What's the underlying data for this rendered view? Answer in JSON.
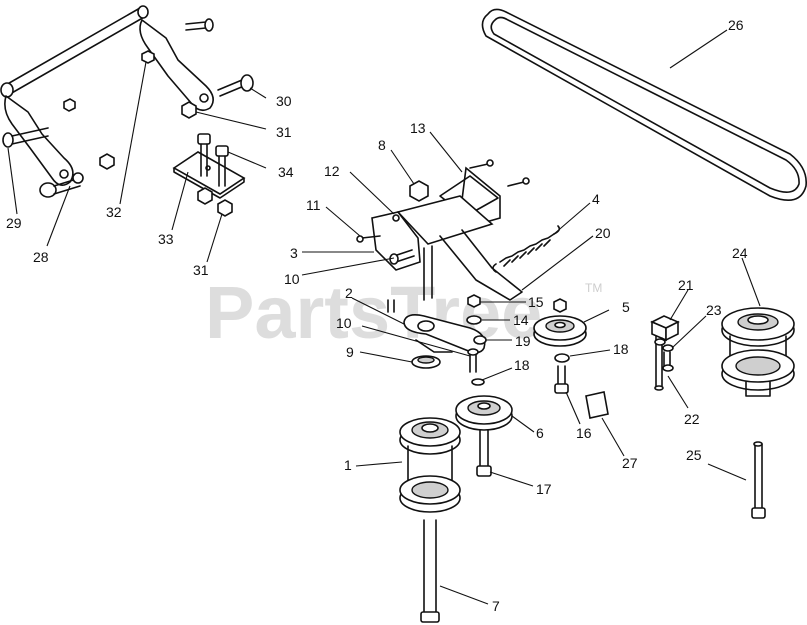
{
  "watermark": {
    "text": "PartsTree",
    "trademark": "TM"
  },
  "labels": [
    {
      "id": "l1",
      "text": "1"
    },
    {
      "id": "l2",
      "text": "2"
    },
    {
      "id": "l3",
      "text": "3"
    },
    {
      "id": "l4",
      "text": "4"
    },
    {
      "id": "l5",
      "text": "5"
    },
    {
      "id": "l6",
      "text": "6"
    },
    {
      "id": "l7",
      "text": "7"
    },
    {
      "id": "l8",
      "text": "8"
    },
    {
      "id": "l9",
      "text": "9"
    },
    {
      "id": "l10a",
      "text": "10"
    },
    {
      "id": "l10b",
      "text": "10"
    },
    {
      "id": "l11",
      "text": "11"
    },
    {
      "id": "l12",
      "text": "12"
    },
    {
      "id": "l13",
      "text": "13"
    },
    {
      "id": "l14",
      "text": "14"
    },
    {
      "id": "l15",
      "text": "15"
    },
    {
      "id": "l16",
      "text": "16"
    },
    {
      "id": "l17",
      "text": "17"
    },
    {
      "id": "l18a",
      "text": "18"
    },
    {
      "id": "l18b",
      "text": "18"
    },
    {
      "id": "l19",
      "text": "19"
    },
    {
      "id": "l20",
      "text": "20"
    },
    {
      "id": "l21",
      "text": "21"
    },
    {
      "id": "l22",
      "text": "22"
    },
    {
      "id": "l23",
      "text": "23"
    },
    {
      "id": "l24",
      "text": "24"
    },
    {
      "id": "l25",
      "text": "25"
    },
    {
      "id": "l26",
      "text": "26"
    },
    {
      "id": "l27",
      "text": "27"
    },
    {
      "id": "l28",
      "text": "28"
    },
    {
      "id": "l29",
      "text": "29"
    },
    {
      "id": "l30",
      "text": "30"
    },
    {
      "id": "l31a",
      "text": "31"
    },
    {
      "id": "l31b",
      "text": "31"
    },
    {
      "id": "l32",
      "text": "32"
    },
    {
      "id": "l33",
      "text": "33"
    },
    {
      "id": "l34",
      "text": "34"
    }
  ]
}
